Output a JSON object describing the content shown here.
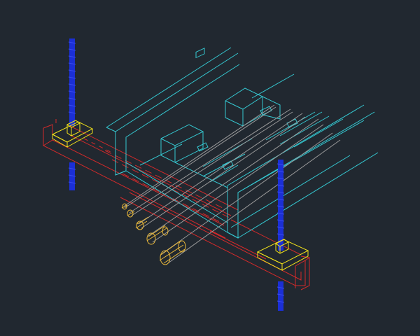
{
  "drawing": {
    "background": "#212830",
    "colors": {
      "tray": "#35c7d0",
      "strut_channel": "#d42a2a",
      "threaded_rod": "#1b2fd6",
      "clamp": "#f2e21a",
      "cable_jacket": "#9a9a9a",
      "conductor": "#e8b73a"
    },
    "components": [
      {
        "name": "cable-tray",
        "count": 1
      },
      {
        "name": "strut-channel",
        "count": 2
      },
      {
        "name": "threaded-rod",
        "count": 2
      },
      {
        "name": "beam-clamp",
        "count": 2
      },
      {
        "name": "cable",
        "count": 5
      }
    ]
  }
}
